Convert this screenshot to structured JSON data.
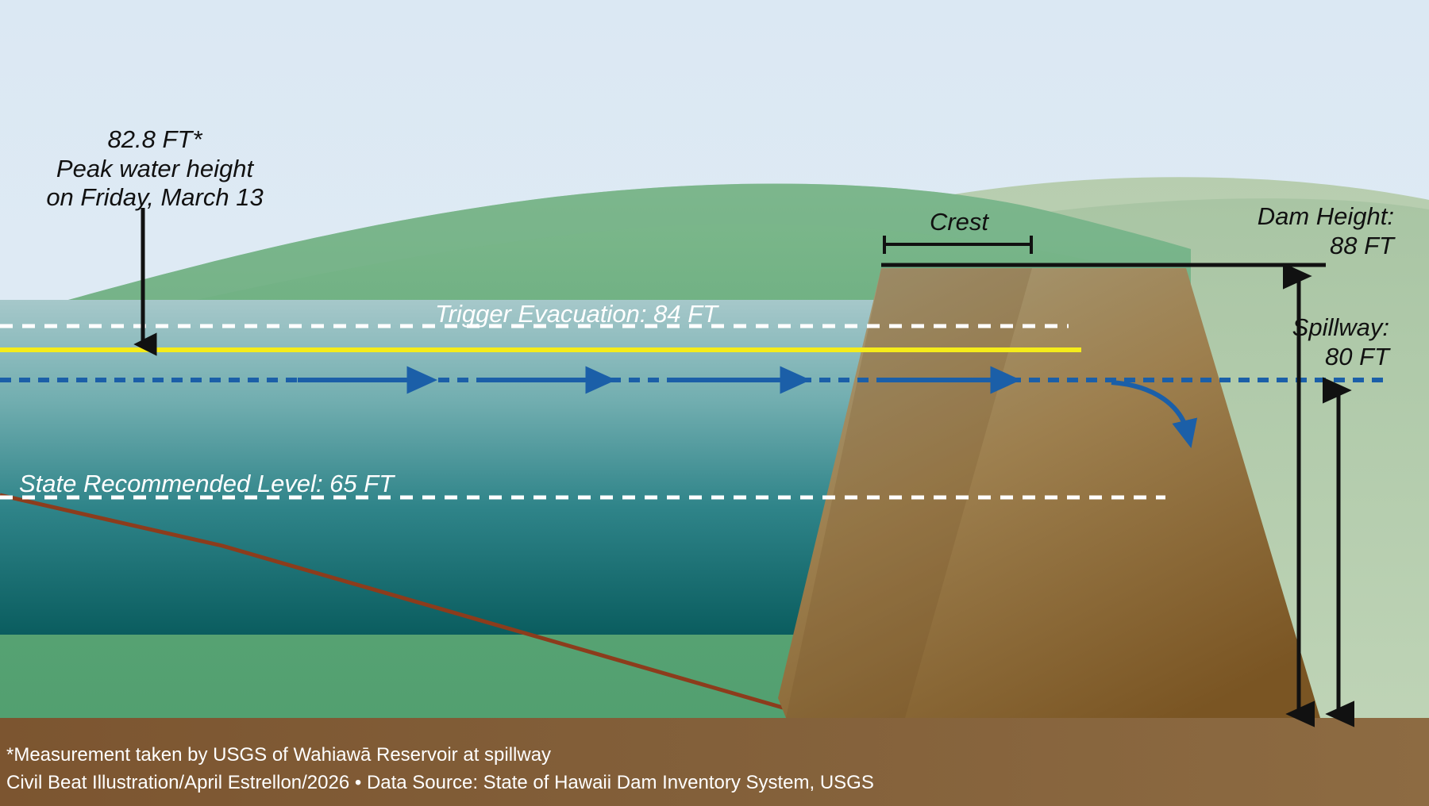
{
  "chart_data": {
    "type": "diagram",
    "title": "Wahiawā Reservoir dam cross-section water levels",
    "unit": "FT",
    "levels": [
      {
        "name": "Dam Height",
        "value": 88,
        "label": "Dam Height:\n88 FT",
        "marker": "black-double-arrow"
      },
      {
        "name": "Trigger Evacuation",
        "value": 84,
        "label": "Trigger Evacuation: 84 FT",
        "marker": "white-dashed-line"
      },
      {
        "name": "Peak water height",
        "value": 82.8,
        "label": "82.8 FT*\nPeak water height\non Friday, March 13",
        "marker": "yellow-line"
      },
      {
        "name": "Spillway",
        "value": 80,
        "label": "Spillway:\n80 FT",
        "marker": "blue-dashed-line"
      },
      {
        "name": "State Recommended Level",
        "value": 65,
        "label": "State Recommended Level: 65 FT",
        "marker": "white-dashed-line"
      }
    ],
    "annotations": [
      "Crest"
    ],
    "colors": {
      "sky": "#dde9f2",
      "hill_green": "#5aa373",
      "far_terrain": "#b9cfb0",
      "water_top": "#9dc3c6",
      "water_deep": "#0b5d5e",
      "dam_tan": "#a89876",
      "dam_brown": "#7a5a2e",
      "ground_brown": "#7b5530",
      "peak_yellow": "#f5ec1a",
      "flow_blue": "#1b5fa8",
      "line_black": "#111111",
      "label_white": "#ffffff"
    }
  },
  "labels": {
    "peak": "82.8 FT*\nPeak water height\non Friday, March 13",
    "crest": "Crest",
    "dam_height": "Dam Height:\n88 FT",
    "spillway": "Spillway:\n80 FT",
    "trigger": "Trigger Evacuation: 84 FT",
    "state_level": "State Recommended Level: 65 FT"
  },
  "footer": {
    "note": "*Measurement taken by USGS of Wahiawā Reservoir at spillway",
    "credit": "Civil Beat Illustration/April Estrellon/2026 • Data Source: State of Hawaii Dam Inventory System, USGS"
  }
}
